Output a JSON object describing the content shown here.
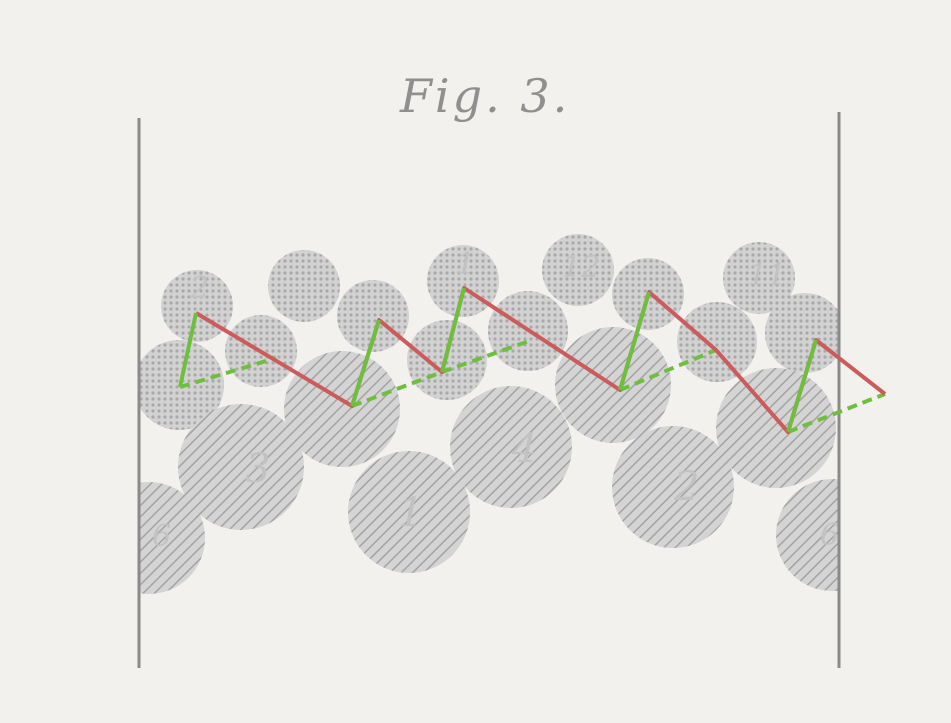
{
  "figure": {
    "title": "Fig. 3.",
    "colors": {
      "background": "#f3f1ee",
      "wall": "#8a8a8a",
      "ball_fill": "#cfcfcf",
      "ball_pattern": "#9e9e9e",
      "green_line": "#6fbf3f",
      "red_line": "#cc5b5b",
      "label": "#c2c2c2"
    }
  },
  "balls": {
    "large_hatched": [
      {
        "label": "3"
      },
      {
        "label": "1"
      },
      {
        "label": "4"
      },
      {
        "label": "2"
      },
      {
        "label": "6"
      },
      {
        "label": "6"
      }
    ],
    "small_labels": [
      "2",
      "1",
      "12",
      "11"
    ]
  },
  "lines": {
    "green_solid": "green",
    "green_dashed": "green",
    "red": "red"
  }
}
